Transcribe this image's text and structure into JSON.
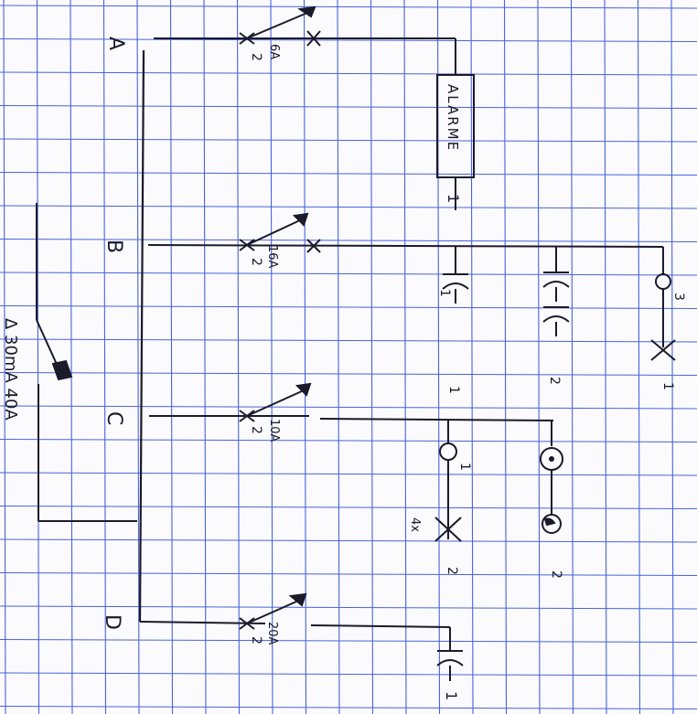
{
  "theme": {
    "paper": "#fbfbfd",
    "grid": "#4a62d8",
    "ink": "#1a1a2a"
  },
  "labels": {
    "node_a": "A",
    "node_b": "B",
    "node_c": "C",
    "node_d": "D",
    "alarm": "ALARME",
    "ddr": "Δ 30mA 40A",
    "breaker_a_rating": "6A",
    "breaker_b_rating": "16A",
    "breaker_c_rating": "10A",
    "breaker_d_rating": "20A",
    "pole_a": "2",
    "pole_b": "2",
    "pole_c": "2",
    "pole_d": "2",
    "count_alarm": "1",
    "count_outlet_b1": "1",
    "count_outlet_b2": "2",
    "count_light_b": "3",
    "count_switch_b": "1",
    "count_lamp_c": "1",
    "count_switch_c": "1",
    "count_cross_c": "4x",
    "count_round_c2": "2",
    "count_round_c3": "2",
    "count_outlet_d": "1"
  }
}
